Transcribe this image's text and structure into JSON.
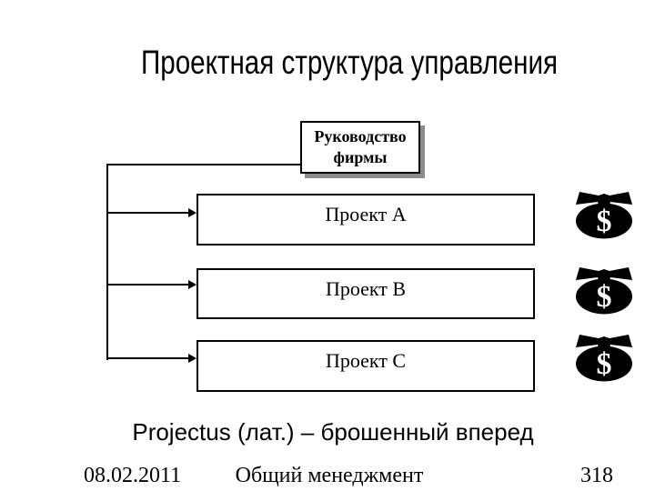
{
  "slide": {
    "title": "Проектная структура управления",
    "org_chart": {
      "root_label": "Руководство фирмы",
      "projects": [
        {
          "label": "Проект A"
        },
        {
          "label": "Проект B"
        },
        {
          "label": "Проект C"
        }
      ],
      "money_bag_symbol": "$"
    },
    "note": "Projectus (лат.) – брошенный вперед",
    "footer": {
      "date": "08.02.2011",
      "course": "Общий менеджмент",
      "page": "318"
    },
    "colors": {
      "background": "#ffffff",
      "foreground": "#000000",
      "box_shadow": "#8c8c8c"
    }
  }
}
